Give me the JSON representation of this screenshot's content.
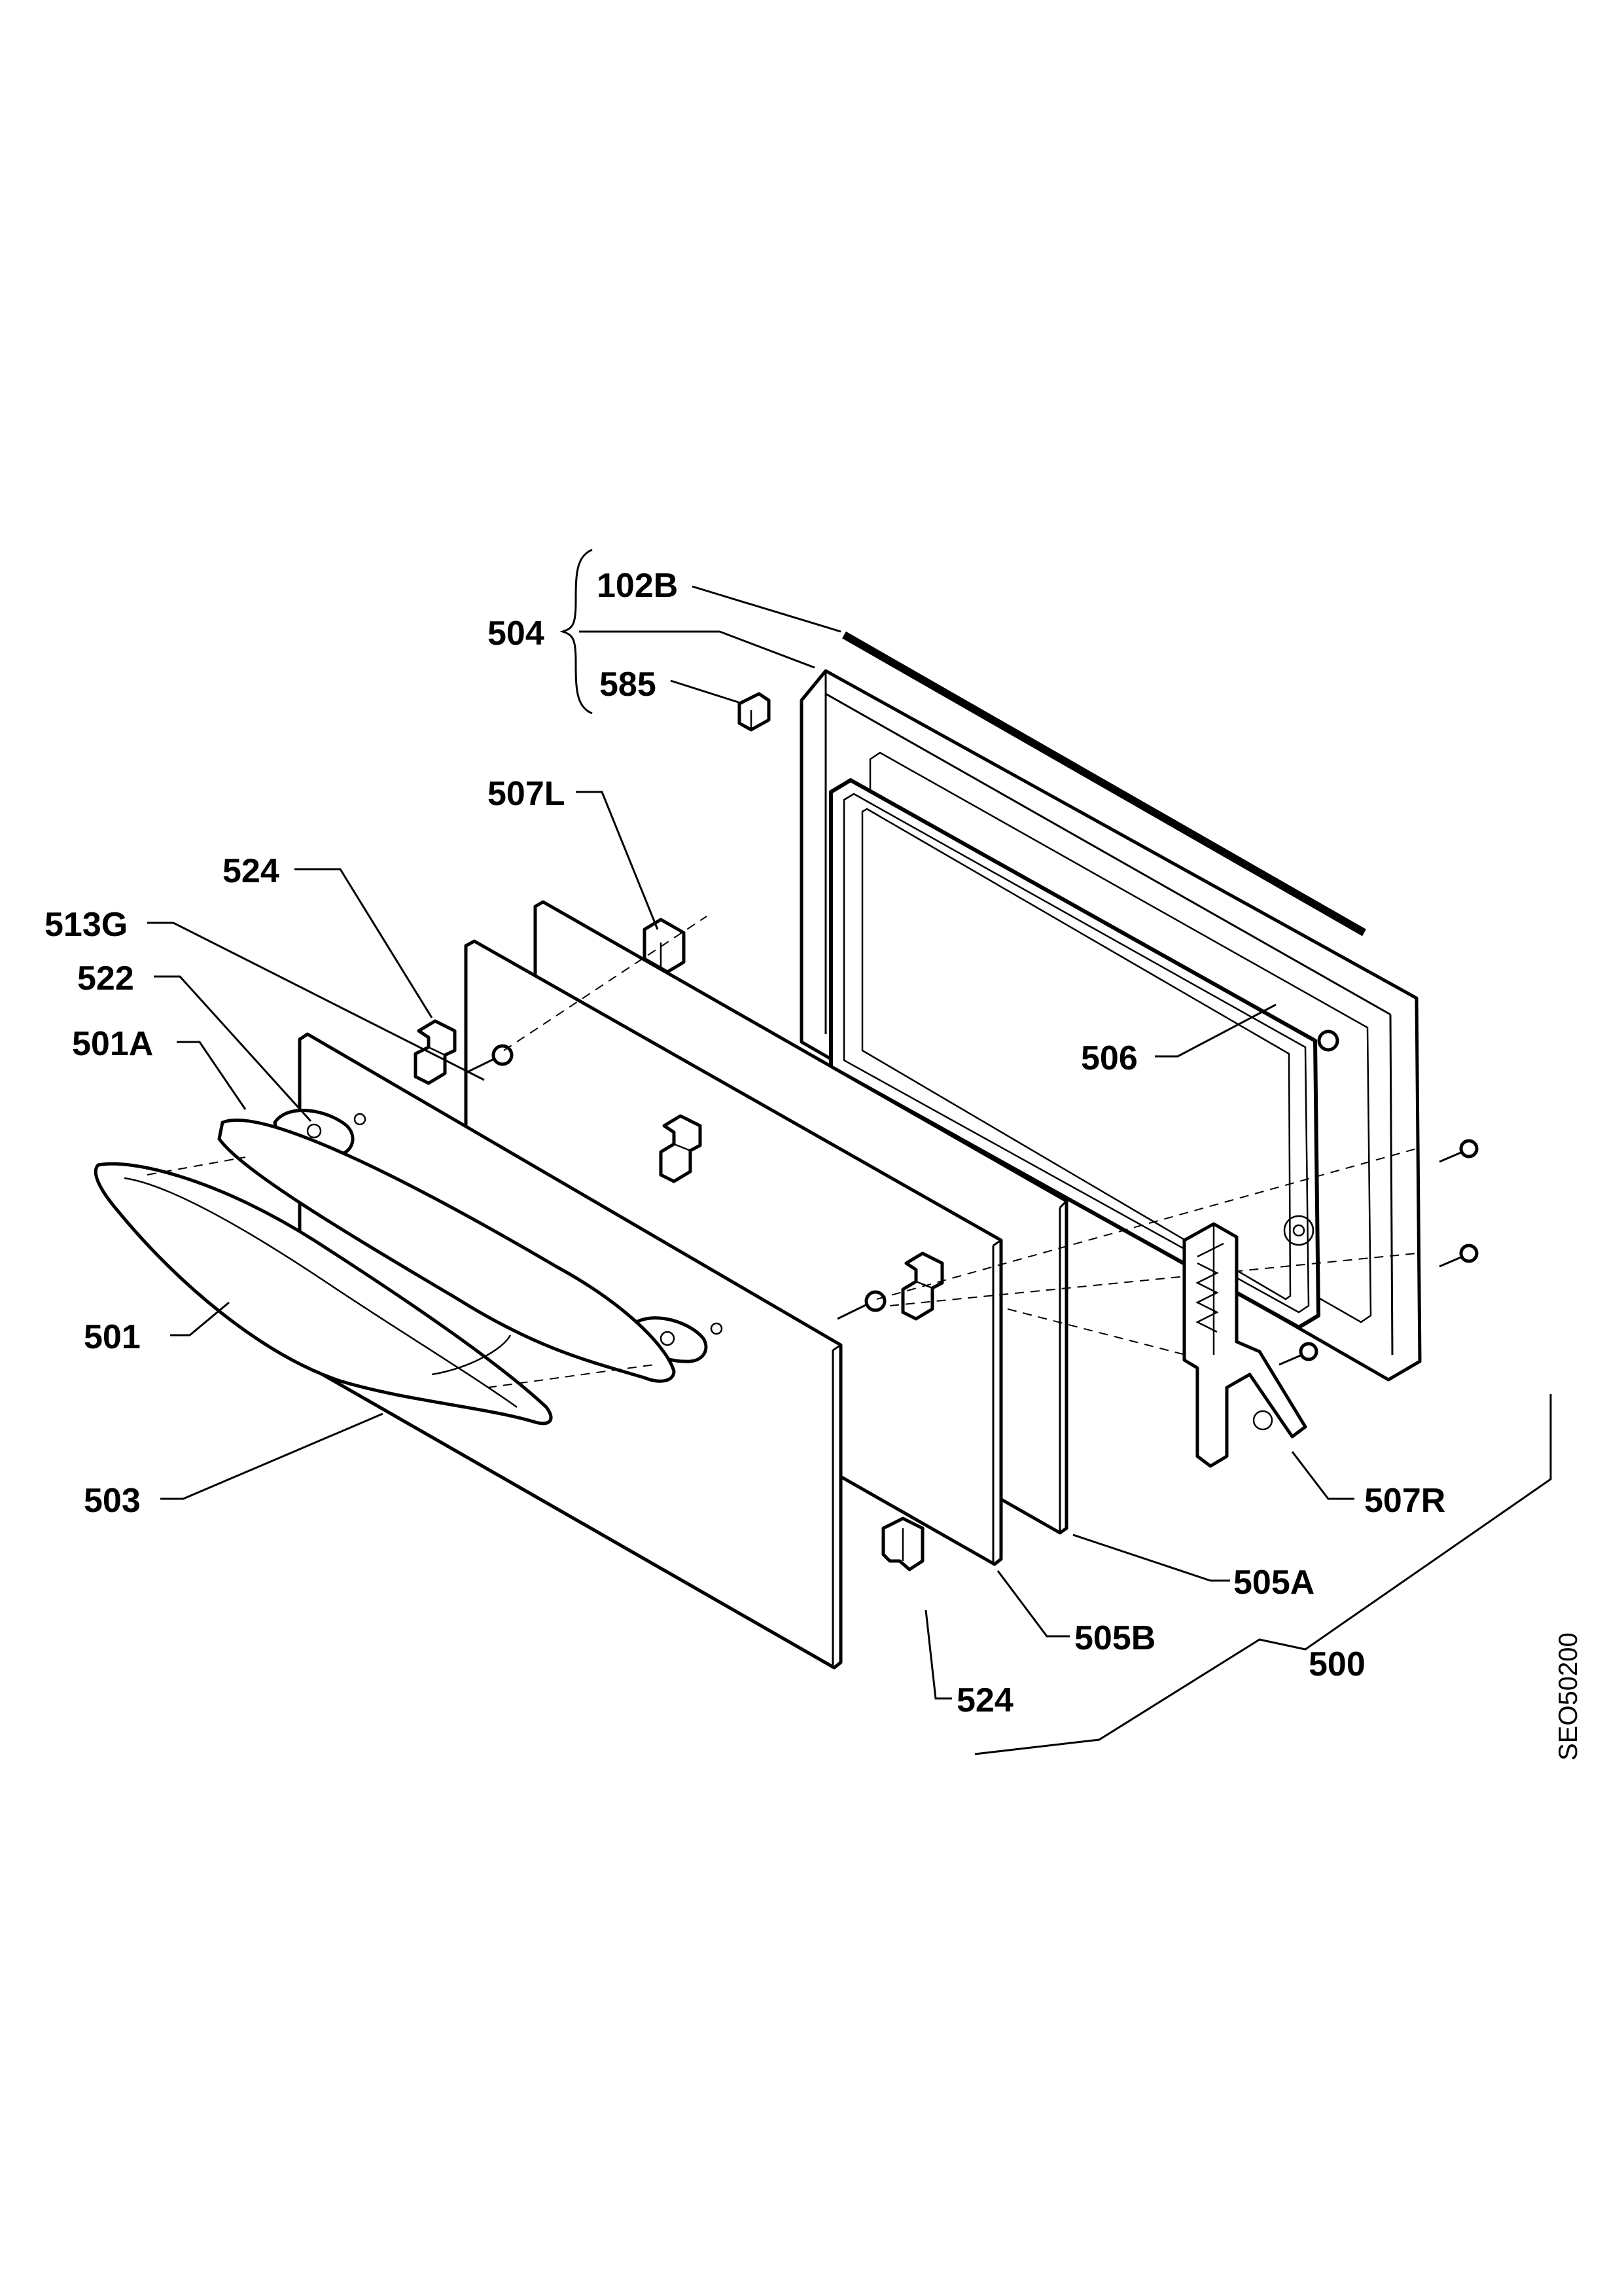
{
  "labels": {
    "l_102b": "102B",
    "l_504": "504",
    "l_585": "585",
    "l_507l": "507L",
    "l_524_top": "524",
    "l_513g": "513G",
    "l_522": "522",
    "l_501a": "501A",
    "l_506": "506",
    "l_501": "501",
    "l_503": "503",
    "l_507r": "507R",
    "l_505a": "505A",
    "l_505b": "505B",
    "l_500": "500",
    "l_524_bottom": "524"
  },
  "drawing_code": "SEO50200"
}
